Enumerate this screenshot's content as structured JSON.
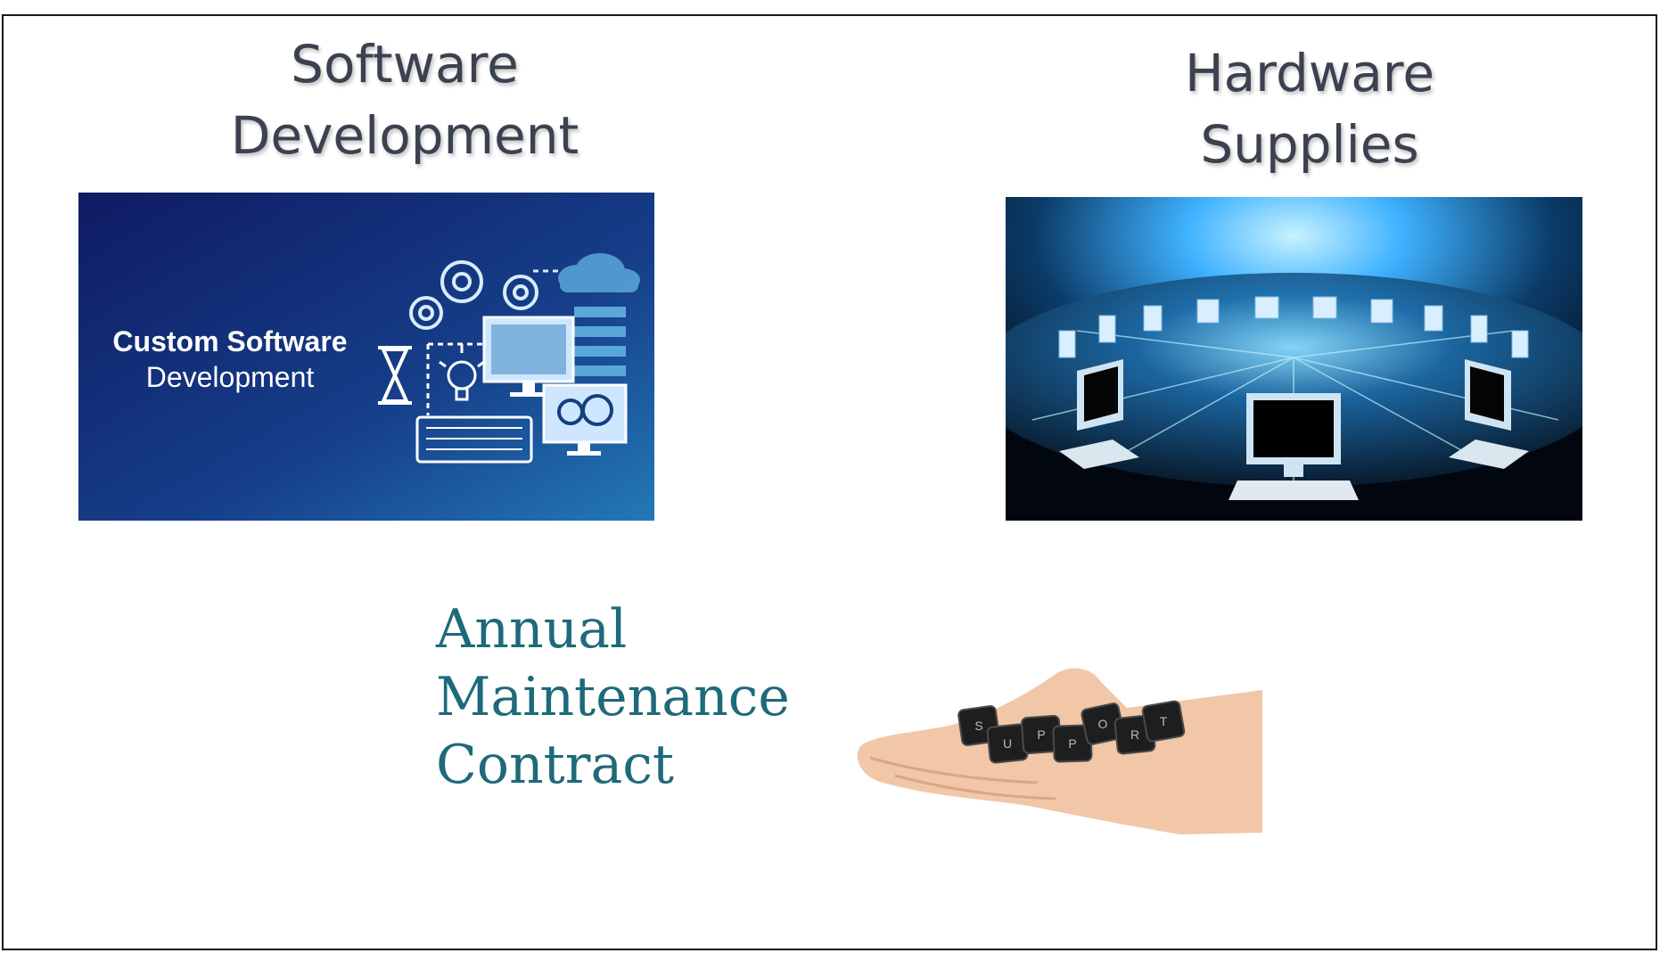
{
  "slide": {
    "software": {
      "heading_line1": "Software",
      "heading_line2": "Development",
      "banner_line1": "Custom Software",
      "banner_line2": "Development"
    },
    "hardware": {
      "heading_line1": "Hardware",
      "heading_line2": "Supplies"
    },
    "amc": {
      "line1": "Annual",
      "line2": "Maintenance",
      "line3": "Contract",
      "keys": [
        "S",
        "U",
        "P",
        "P",
        "O",
        "R",
        "T"
      ]
    }
  },
  "colors": {
    "heading_text": "#3b4150",
    "banner_blue_dark": "#10206a",
    "banner_blue_light": "#1f6aa8",
    "amc_text": "#1d6a7a",
    "glow_blue": "#3fb2ff"
  },
  "icons": [
    "gear-icon",
    "cloud-icon",
    "hourglass-icon",
    "lightbulb-icon",
    "monitor-icon",
    "keyboard-icon"
  ]
}
